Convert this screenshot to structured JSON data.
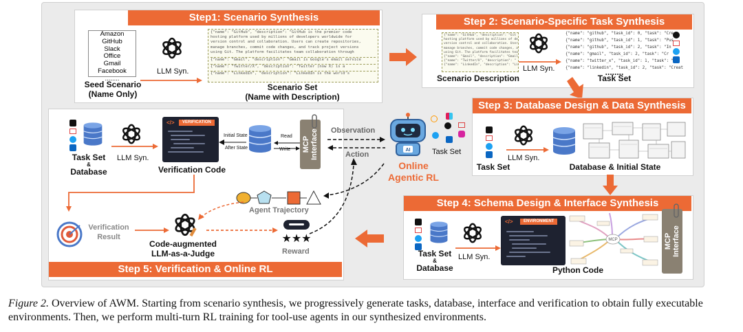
{
  "steps": {
    "s1": "Step1: Scenario Synthesis",
    "s2": "Step 2: Scenario-Specific Task Synthesis",
    "s3": "Step 3: Database Design & Data Synthesis",
    "s4": "Step 4: Schema Design & Interface Synthesis",
    "s5": "Step 5: Verification & Online RL"
  },
  "step1": {
    "scenarios": [
      "Amazon",
      "GitHub",
      "Slack",
      "Office",
      "Gmail",
      "Facebook",
      "........"
    ],
    "seed_label_1": "Seed Scenario",
    "seed_label_2": "(Name Only)",
    "llm_syn": "LLM Syn.",
    "set_label_1": "Scenario Set",
    "set_label_2": "(Name with Description)",
    "code_lines": [
      "{\"name\": \"GitHub\", \"description\": \"GitHub is the premier code",
      "hosting platform used by millions of developers worldwide for",
      "version control and collaboration. Users can create repositories,",
      "manage branches, commit code changes, and track project versions",
      "using Git. The platform facilitates team collaboration through",
      "{\"name\": \"Gmail\", \"description\": \"Gmail is Google's email service",
      "{\"name\": \"Twitter/X\", \"description\": \"Twitter (now X) is a",
      "{\"name\": \"LinkedIn\", \"description\": \"LinkedIn is the world's"
    ]
  },
  "step2": {
    "desc_lines": [
      "{\"name\": \"GitHub\", \"description\": \"Git",
      "hosting platform used by millions of de",
      "version control and collaboration. User",
      "manage branches, commit code changes, a",
      "using Git. The platform facilitates tea",
      "{\"name\": \"Gmail\", \"description\": \"Gmail",
      "{\"name\": \"Twitter/X\", \"description\": \"",
      "{\"name\": \"LinkedIn\", \"description\": \"Li"
    ],
    "task_lines": [
      "{\"name\": \"github\", \"task_id\": 0, \"task\": \"Cre",
      "{\"name\": \"github\", \"task_id\": 1, \"task\": \"Pus",
      "{\"name\": \"github\", \"task_id\": 2, \"task\": \"In",
      "{\"name\": \"gmail\", \"task_id\": 2, \"task\": \"Cr",
      "{\"name\": \"twitter_x\", \"task_id\": 1, \"task\": \"Li",
      "{\"name\": \"linkedin\", \"task_id\": 2, \"task\": \"Creat"
    ],
    "dots": "........",
    "llm_syn": "LLM Syn.",
    "desc_label": "Scenario Description",
    "task_label": "Task Set"
  },
  "step3": {
    "task_label": "Task Set",
    "llm_syn": "LLM Syn.",
    "db_label": "Database & Initial State"
  },
  "step4": {
    "task_label": "Task Set",
    "amp": "&",
    "db_label": "Database",
    "llm_syn": "LLM Syn.",
    "env_tab": "ENVIRONMENT",
    "code_label": "Python Code",
    "mcp_1": "MCP",
    "mcp_2": "Interface"
  },
  "step5": {
    "task_label": "Task Set",
    "amp": "&",
    "db_label": "Database",
    "llm_syn": "LLM Syn.",
    "ver_tab": "VERIFICATION",
    "ver_code": "Verification Code",
    "initial_state": "Initial State",
    "after_state": "After State",
    "read": "Read",
    "write": "Write",
    "mcp_1": "MCP",
    "mcp_2": "Interface",
    "ver_result_1": "Verification",
    "ver_result_2": "Result",
    "judge_1": "Code-augmented",
    "judge_2": "LLM-as-a-Judge",
    "trajectory": "Agent Trajectory",
    "reward": "Reward"
  },
  "center": {
    "observation": "Observation",
    "action": "Action",
    "online_1": "Online",
    "online_2": "Agentic RL",
    "task_set": "Task Set"
  },
  "caption": {
    "label": "Figure 2.",
    "text": " Overview of AWM. Starting from scenario synthesis, we progressively generate tasks, database, interface and verification to obtain fully executable environments. Then, we perform multi-turn RL training for tool-use agents in our synthesized environments."
  },
  "colors": {
    "accent": "#ec6a35",
    "db_blue": "#4a78c8",
    "agent_blue": "#6aa8e0"
  }
}
